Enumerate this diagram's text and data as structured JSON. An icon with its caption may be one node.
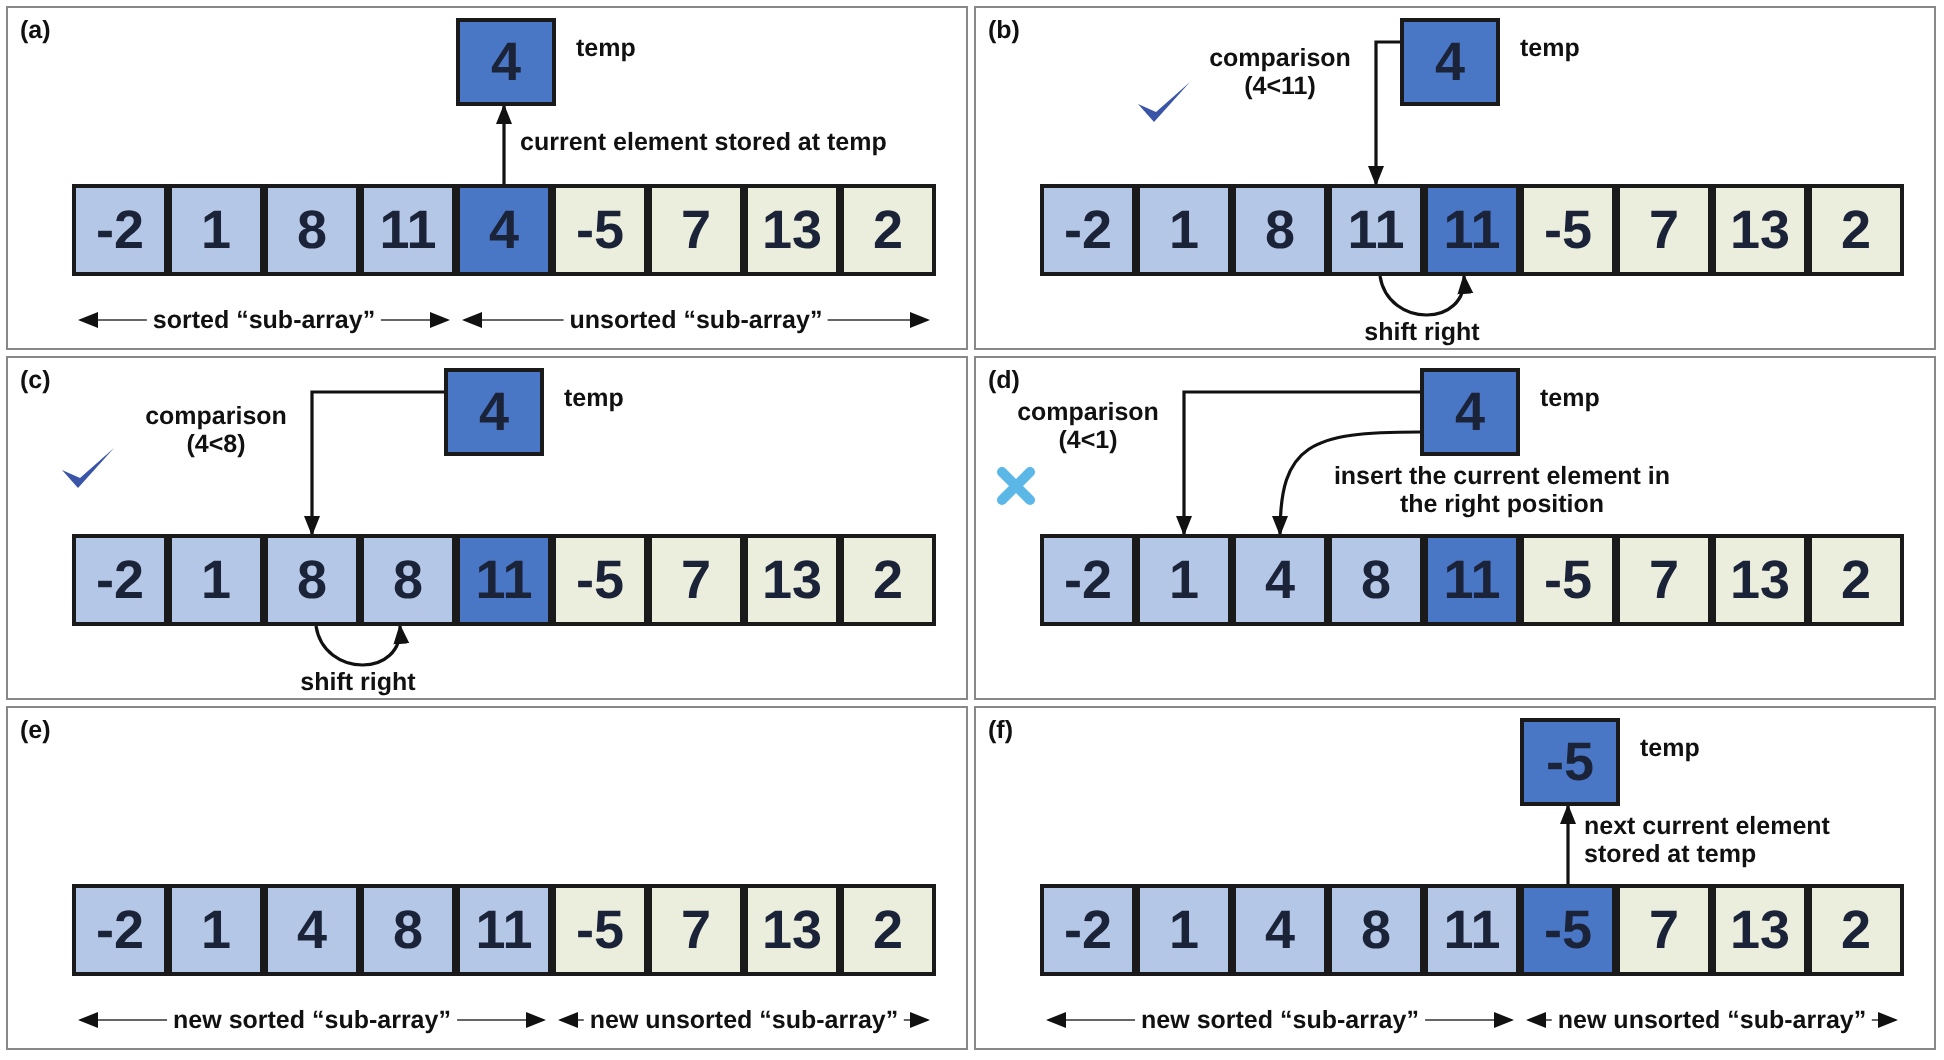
{
  "diagram": {
    "nodes": [
      {
        "text": [
          "(a)"
        ]
      },
      {
        "text": [
          "4"
        ],
        "in": 0,
        "beside": [
          "temp"
        ]
      },
      {
        "text": [
          "-2"
        ],
        "in": 0
      },
      {
        "text": [
          "1"
        ],
        "in": 0
      },
      {
        "text": [
          "8"
        ],
        "in": 0
      },
      {
        "text": [
          "11"
        ],
        "in": 0
      },
      {
        "text": [
          "4"
        ],
        "in": 0
      },
      {
        "text": [
          "-5"
        ],
        "in": 0
      },
      {
        "text": [
          "7"
        ],
        "in": 0
      },
      {
        "text": [
          "13"
        ],
        "in": 0
      },
      {
        "text": [
          "2"
        ],
        "in": 0
      },
      {
        "text": [
          "(b)"
        ]
      },
      {
        "text": [
          "4"
        ],
        "in": 11,
        "beside": [
          "temp"
        ]
      },
      {
        "text": [
          "-2"
        ],
        "in": 11
      },
      {
        "text": [
          "1"
        ],
        "in": 11
      },
      {
        "text": [
          "8"
        ],
        "in": 11
      },
      {
        "text": [
          "11"
        ],
        "in": 11
      },
      {
        "text": [
          "11"
        ],
        "in": 11
      },
      {
        "text": [
          "-5"
        ],
        "in": 11
      },
      {
        "text": [
          "7"
        ],
        "in": 11
      },
      {
        "text": [
          "13"
        ],
        "in": 11
      },
      {
        "text": [
          "2"
        ],
        "in": 11
      },
      {
        "text": [
          "(c)"
        ]
      },
      {
        "text": [
          "4"
        ],
        "in": 22,
        "beside": [
          "temp"
        ]
      },
      {
        "text": [
          "-2"
        ],
        "in": 22
      },
      {
        "text": [
          "1"
        ],
        "in": 22
      },
      {
        "text": [
          "8"
        ],
        "in": 22
      },
      {
        "text": [
          "8"
        ],
        "in": 22
      },
      {
        "text": [
          "11"
        ],
        "in": 22
      },
      {
        "text": [
          "-5"
        ],
        "in": 22
      },
      {
        "text": [
          "7"
        ],
        "in": 22
      },
      {
        "text": [
          "13"
        ],
        "in": 22
      },
      {
        "text": [
          "2"
        ],
        "in": 22
      },
      {
        "text": [
          "(d)"
        ]
      },
      {
        "text": [
          "4"
        ],
        "in": 33,
        "beside": [
          "temp"
        ]
      },
      {
        "text": [
          "-2"
        ],
        "in": 33
      },
      {
        "text": [
          "1"
        ],
        "in": 33
      },
      {
        "text": [
          "4"
        ],
        "in": 33
      },
      {
        "text": [
          "8"
        ],
        "in": 33
      },
      {
        "text": [
          "11"
        ],
        "in": 33
      },
      {
        "text": [
          "-5"
        ],
        "in": 33
      },
      {
        "text": [
          "7"
        ],
        "in": 33
      },
      {
        "text": [
          "13"
        ],
        "in": 33
      },
      {
        "text": [
          "2"
        ],
        "in": 33
      },
      {
        "text": [
          "(e)"
        ]
      },
      {
        "text": [
          "-2"
        ],
        "in": 44
      },
      {
        "text": [
          "1"
        ],
        "in": 44
      },
      {
        "text": [
          "4"
        ],
        "in": 44
      },
      {
        "text": [
          "8"
        ],
        "in": 44
      },
      {
        "text": [
          "11"
        ],
        "in": 44
      },
      {
        "text": [
          "-5"
        ],
        "in": 44
      },
      {
        "text": [
          "7"
        ],
        "in": 44
      },
      {
        "text": [
          "13"
        ],
        "in": 44
      },
      {
        "text": [
          "2"
        ],
        "in": 44
      },
      {
        "text": [
          "(f)"
        ]
      },
      {
        "text": [
          "-5"
        ],
        "in": 54,
        "beside": [
          "temp"
        ]
      },
      {
        "text": [
          "-2"
        ],
        "in": 54
      },
      {
        "text": [
          "1"
        ],
        "in": 54
      },
      {
        "text": [
          "4"
        ],
        "in": 54
      },
      {
        "text": [
          "8"
        ],
        "in": 54
      },
      {
        "text": [
          "11"
        ],
        "in": 54
      },
      {
        "text": [
          "-5"
        ],
        "in": 54
      },
      {
        "text": [
          "7"
        ],
        "in": 54
      },
      {
        "text": [
          "13"
        ],
        "in": 54
      },
      {
        "text": [
          "2"
        ],
        "in": 54
      }
    ],
    "edges": [
      {
        "from": 6,
        "to": 1,
        "arrow": "to",
        "label": "current element stored at temp"
      },
      {
        "from": 12,
        "to": 16,
        "arrow": "to",
        "label": "comparison (4<11)"
      },
      {
        "from": 16,
        "to": 17,
        "arrow": "to",
        "label": "shift right"
      },
      {
        "from": 23,
        "to": 26,
        "arrow": "to",
        "label": "comparison (4<8)"
      },
      {
        "from": 26,
        "to": 27,
        "arrow": "to",
        "label": "shift right"
      },
      {
        "from": 34,
        "to": 36,
        "arrow": "to",
        "label": "comparison (4<1)"
      },
      {
        "from": 34,
        "to": 37,
        "arrow": "to",
        "label": "insert the current element in the right position"
      },
      {
        "from": 61,
        "to": 55,
        "arrow": "to",
        "label": "next current element stored at temp"
      }
    ],
    "labels": [
      "sorted “sub-array”",
      "unsorted “sub-array”",
      "new sorted “sub-array”",
      "new unsorted “sub-array”",
      "new sorted “sub-array”",
      "new unsorted “sub-array”"
    ]
  }
}
